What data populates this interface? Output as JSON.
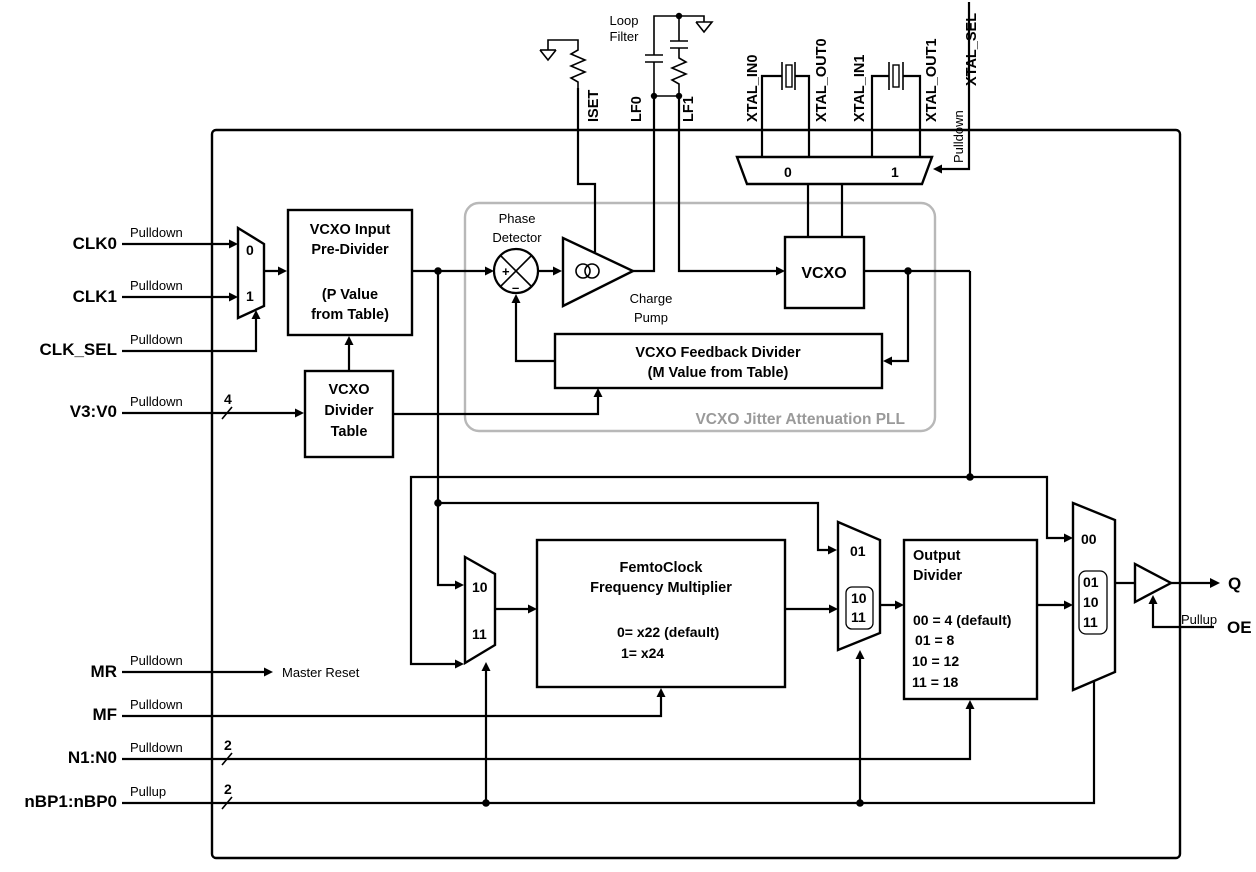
{
  "pins": {
    "clk0": "CLK0",
    "clk1": "CLK1",
    "clk_sel": "CLK_SEL",
    "v3v0": "V3:V0",
    "mr": "MR",
    "mf": "MF",
    "n1n0": "N1:N0",
    "nbp": "nBP1:nBP0",
    "q": "Q",
    "oe": "OE",
    "iset": "ISET",
    "lf0": "LF0",
    "lf1": "LF1",
    "xtal_in0": "XTAL_IN0",
    "xtal_out0": "XTAL_OUT0",
    "xtal_in1": "XTAL_IN1",
    "xtal_out1": "XTAL_OUT1",
    "xtal_sel": "XTAL_SEL"
  },
  "resistors": {
    "pulldown": "Pulldown",
    "pullup": "Pullup"
  },
  "bus_widths": {
    "v3v0": "4",
    "n1n0": "2",
    "nbp": "2"
  },
  "loop_filter": {
    "line1": "Loop",
    "line2": "Filter"
  },
  "blocks": {
    "input_predivider": {
      "l1": "VCXO Input",
      "l2": "Pre-Divider",
      "l3": "(P Value",
      "l4": "from Table)"
    },
    "divider_table": {
      "l1": "VCXO",
      "l2": "Divider",
      "l3": "Table"
    },
    "phase_detector": {
      "l1": "Phase",
      "l2": "Detector"
    },
    "charge_pump": {
      "l1": "Charge",
      "l2": "Pump"
    },
    "vcxo": "VCXO",
    "feedback_divider": {
      "l1": "VCXO Feedback Divider",
      "l2": "(M Value from Table)"
    },
    "pll_region": "VCXO Jitter Attenuation PLL",
    "femtoclock": {
      "l1": "FemtoClock",
      "l2": "Frequency Multiplier",
      "l3": "0= x22 (default)",
      "l4": "1= x24"
    },
    "output_divider": {
      "l1": "Output",
      "l2": "Divider",
      "l3": "00 = 4 (default)",
      "l4": "01 = 8",
      "l5": "10 = 12",
      "l6": "11 = 18"
    },
    "master_reset": "Master Reset"
  },
  "mux_labels": {
    "clk_mux": {
      "a": "0",
      "b": "1"
    },
    "xtal_mux": {
      "a": "0",
      "b": "1"
    },
    "fm_mux": {
      "a": "10",
      "b": "11"
    },
    "bp_mux": {
      "a": "01",
      "b": "10",
      "c": "11"
    },
    "out_mux": {
      "a": "00",
      "b": "01",
      "c": "10",
      "d": "11"
    }
  },
  "pd_signs": {
    "plus": "+",
    "minus": "–"
  }
}
